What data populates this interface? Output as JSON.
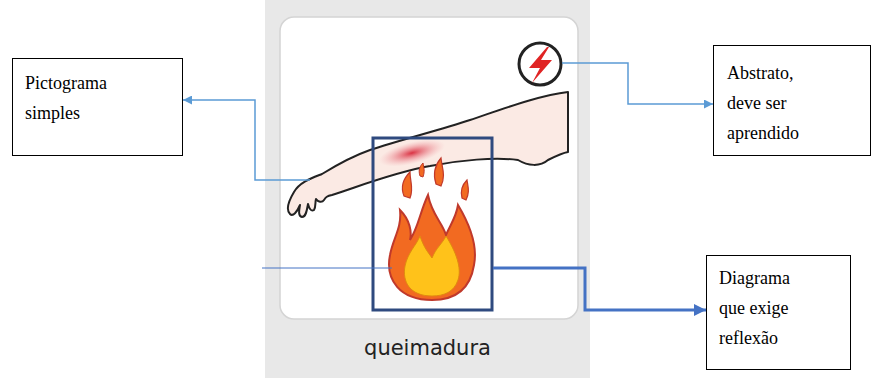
{
  "diagram": {
    "nodes": [
      {
        "text": [
          "queimadura"
        ]
      },
      {
        "text": [
          "Pictograma simples"
        ]
      },
      {
        "text": [
          "Abstrato, deve ser aprendido"
        ]
      },
      {
        "text": [
          "Diagrama que exige reflexão"
        ]
      }
    ],
    "edges": [
      {
        "from": 0,
        "to": 1,
        "arrow": "to"
      },
      {
        "from": 0,
        "to": 2,
        "arrow": "to"
      },
      {
        "from": 0,
        "to": 3,
        "arrow": "to"
      }
    ]
  }
}
